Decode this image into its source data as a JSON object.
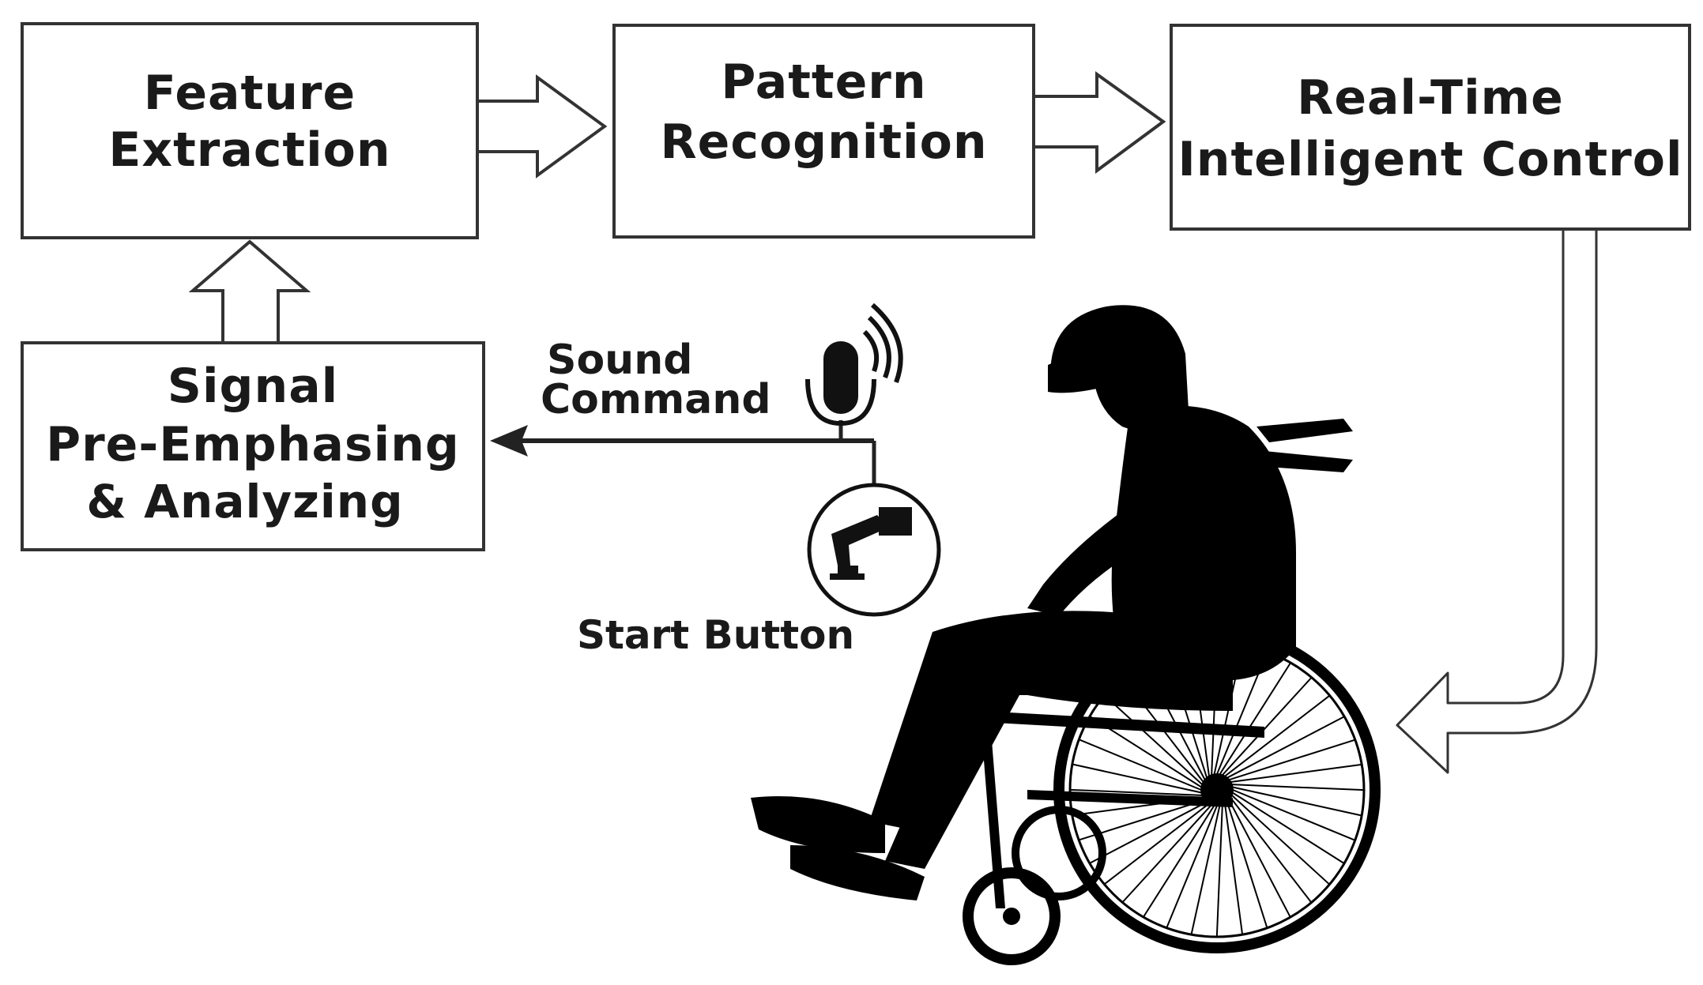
{
  "diagram": {
    "boxes": {
      "feature_extraction": {
        "line1": "Feature",
        "line2": "Extraction"
      },
      "pattern_recognition": {
        "line1": "Pattern",
        "line2": "Recognition"
      },
      "realtime_control": {
        "line1": "Real-Time",
        "line2": "Intelligent Control"
      },
      "signal_preemphasis": {
        "line1": "Signal",
        "line2": "Pre-Emphasing",
        "line3": "& Analyzing"
      }
    },
    "labels": {
      "sound_command_1": "Sound",
      "sound_command_2": "Command",
      "start_button": "Start Button"
    },
    "colors": {
      "stroke": "#333333",
      "fill": "#ffffff",
      "silhouette": "#000000"
    }
  }
}
